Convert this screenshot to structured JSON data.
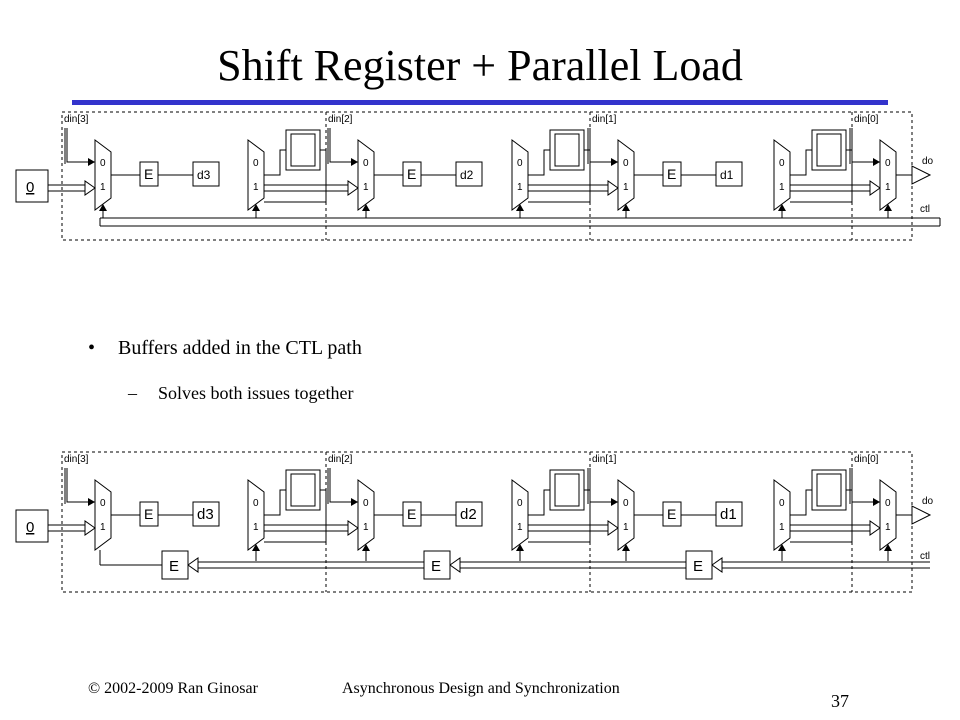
{
  "slide": {
    "title": "Shift Register + Parallel Load",
    "bullet": "Buffers added in the CTL path",
    "sub_bullet": "Solves both issues together",
    "footer_left": "© 2002-2009 Ran Ginosar",
    "footer_center": "Asynchronous Design and Synchronization",
    "page_number": "37",
    "rule_color": "#3333cc"
  },
  "diagram": {
    "input_value": "0",
    "din_labels": [
      "din[3]",
      "din[2]",
      "din[1]",
      "din[0]"
    ],
    "mux_in0": "0",
    "mux_in1": "1",
    "enable_label": "E",
    "delay_labels": [
      "d3",
      "d2",
      "d1"
    ],
    "out_label": "do",
    "ctl_label": "ctl"
  }
}
